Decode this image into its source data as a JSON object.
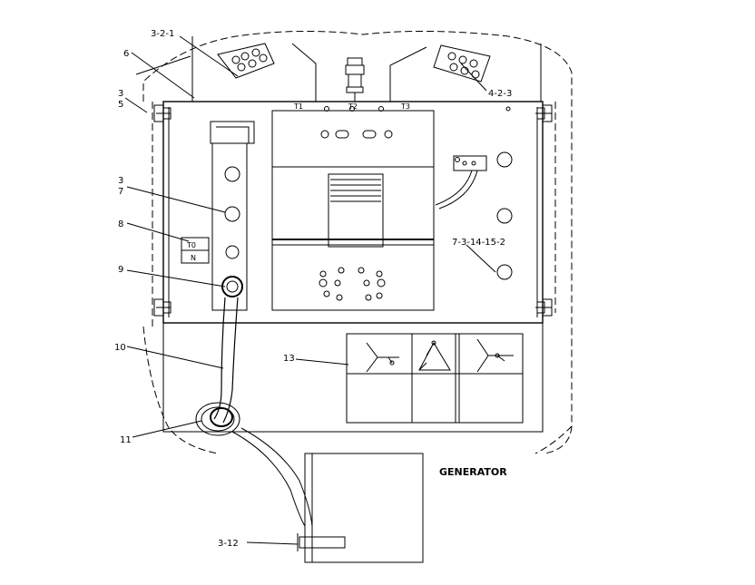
{
  "callouts": {
    "c_3_2_1": "3-2-1",
    "c_6": "6",
    "c_3a": "3",
    "c_5": "5",
    "c_3b": "3",
    "c_7": "7",
    "c_8": "8",
    "c_9": "9",
    "c_10": "10",
    "c_11": "11",
    "c_13": "13",
    "c_4_2_3": "4-2-3",
    "c_7_3": "7-3-14-15-2",
    "c_3_12": "3-12"
  },
  "terminals": {
    "t1": "T1",
    "t2": "T2",
    "t3": "T3"
  },
  "tag": {
    "top": "T0",
    "bottom": "N"
  },
  "generator_label": "GENERATOR"
}
